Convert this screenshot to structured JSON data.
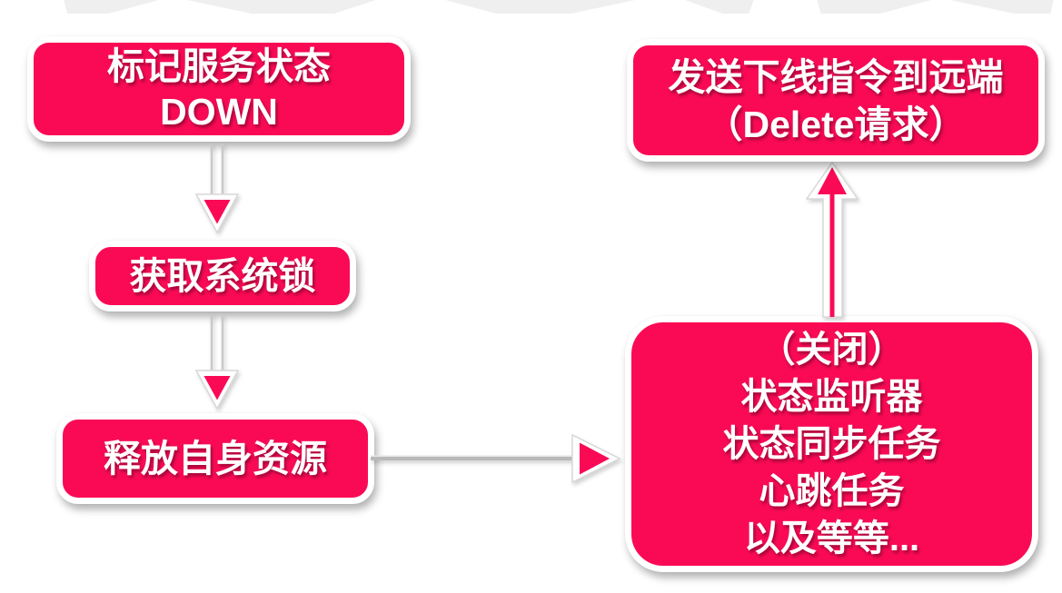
{
  "colors": {
    "accent": "#FA0A55",
    "box_border": "#FFFFFF",
    "connector": "#C6C6C6",
    "arrow_outline": "#D8D8D8",
    "watermark": "#EFEFEF",
    "background": "#FFFFFF"
  },
  "nodes": {
    "mark_down": {
      "lines": [
        "标记服务状态",
        "DOWN"
      ]
    },
    "acquire_lock": {
      "lines": [
        "获取系统锁"
      ]
    },
    "release_resources": {
      "lines": [
        "释放自身资源"
      ]
    },
    "close_tasks": {
      "lines": [
        "（关闭）",
        "状态监听器",
        "状态同步任务",
        "心跳任务",
        "以及等等..."
      ]
    },
    "send_delete": {
      "lines": [
        "发送下线指令到远端",
        "（Delete请求）"
      ]
    }
  },
  "arrows": [
    {
      "name": "arrow-mark-down-to-acquire-lock",
      "direction": "down"
    },
    {
      "name": "arrow-acquire-lock-to-release-resources",
      "direction": "down"
    },
    {
      "name": "arrow-release-resources-to-close-tasks",
      "direction": "right"
    },
    {
      "name": "arrow-close-tasks-to-send-delete",
      "direction": "up"
    }
  ]
}
